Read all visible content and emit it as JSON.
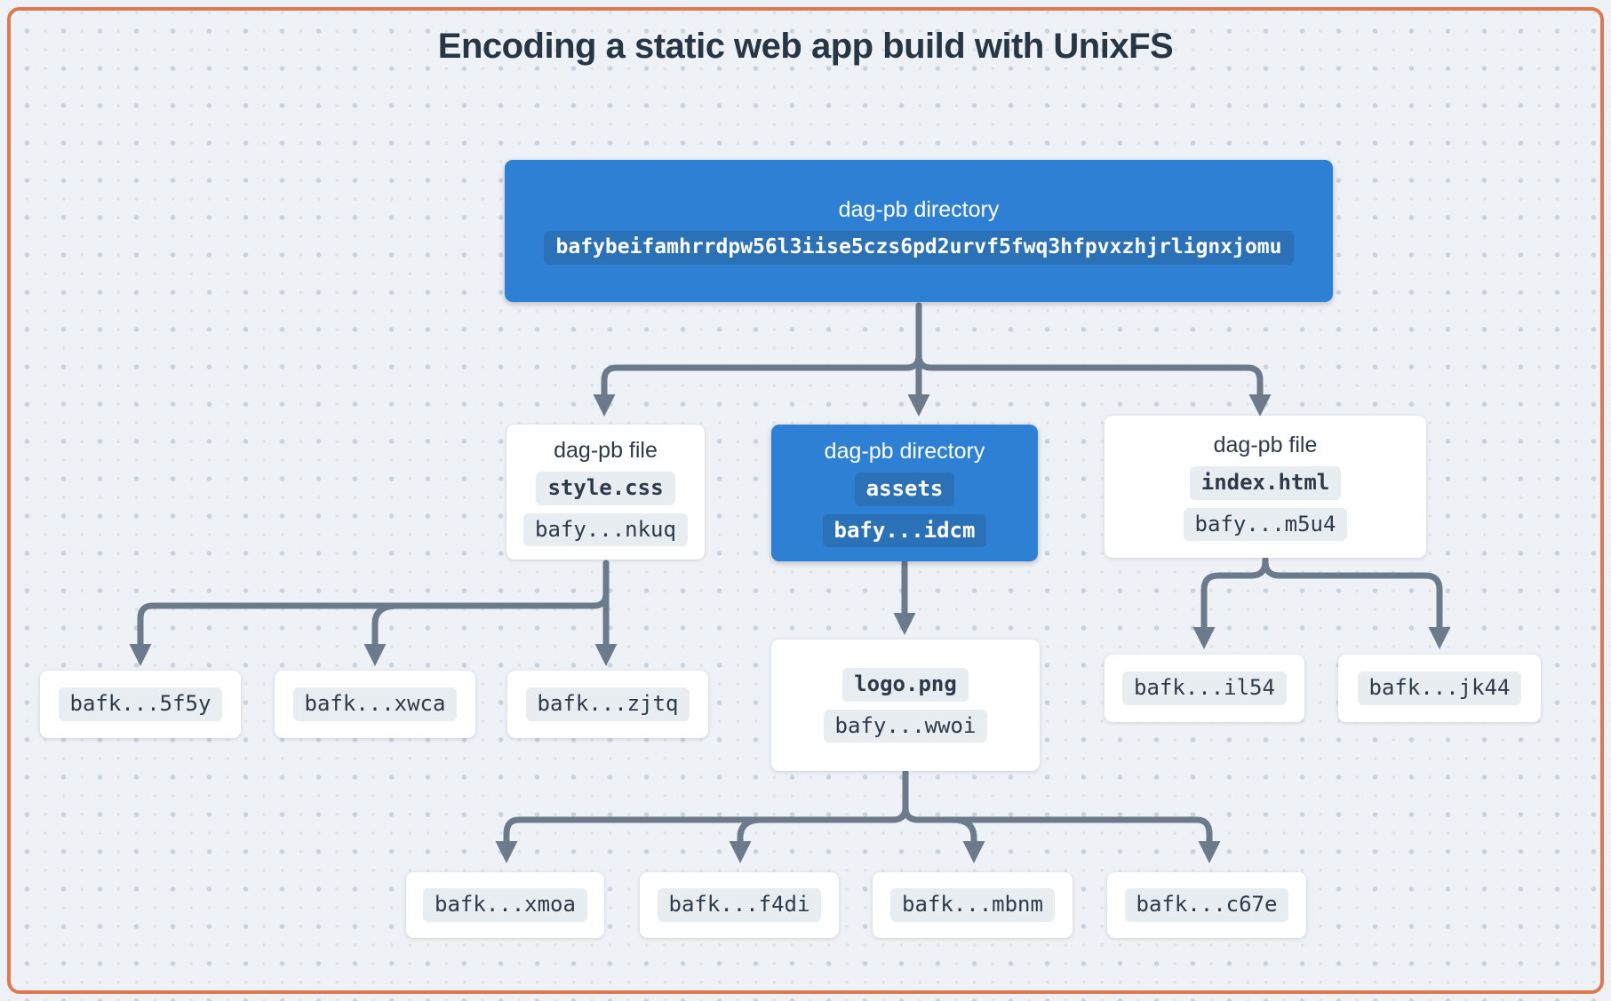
{
  "title": "Encoding a static web app build with UnixFS",
  "colors": {
    "background": "#eef1f5",
    "frame_border": "#e0784f",
    "node_blue": "#2d80d3",
    "chip_on_blue": "#2a71b8",
    "node_white": "#ffffff",
    "chip_gray": "#e8edf1",
    "text_dark": "#2c3a49",
    "text_light": "#ffffff",
    "arrow": "#6b7b8c",
    "dot_large": "#c7d3df",
    "dot_small": "#dbe3ea"
  },
  "nodes": {
    "root": {
      "type_label": "dag-pb directory",
      "cid": "bafybeifamhrrdpw56l3iise5czs6pd2urvf5fwq3hfpvxzhjrlignxjomu"
    },
    "style_css": {
      "type_label": "dag-pb file",
      "name": "style.css",
      "cid": "bafy...nkuq"
    },
    "assets": {
      "type_label": "dag-pb directory",
      "name": "assets",
      "cid": "bafy...idcm"
    },
    "index_html": {
      "type_label": "dag-pb file",
      "name": "index.html",
      "cid": "bafy...m5u4"
    },
    "logo_png": {
      "name": "logo.png",
      "cid": "bafy...wwoi"
    },
    "style_leaf_1": {
      "cid": "bafk...5f5y"
    },
    "style_leaf_2": {
      "cid": "bafk...xwca"
    },
    "style_leaf_3": {
      "cid": "bafk...zjtq"
    },
    "index_leaf_1": {
      "cid": "bafk...il54"
    },
    "index_leaf_2": {
      "cid": "bafk...jk44"
    },
    "logo_leaf_1": {
      "cid": "bafk...xmoa"
    },
    "logo_leaf_2": {
      "cid": "bafk...f4di"
    },
    "logo_leaf_3": {
      "cid": "bafk...mbnm"
    },
    "logo_leaf_4": {
      "cid": "bafk...c67e"
    }
  }
}
